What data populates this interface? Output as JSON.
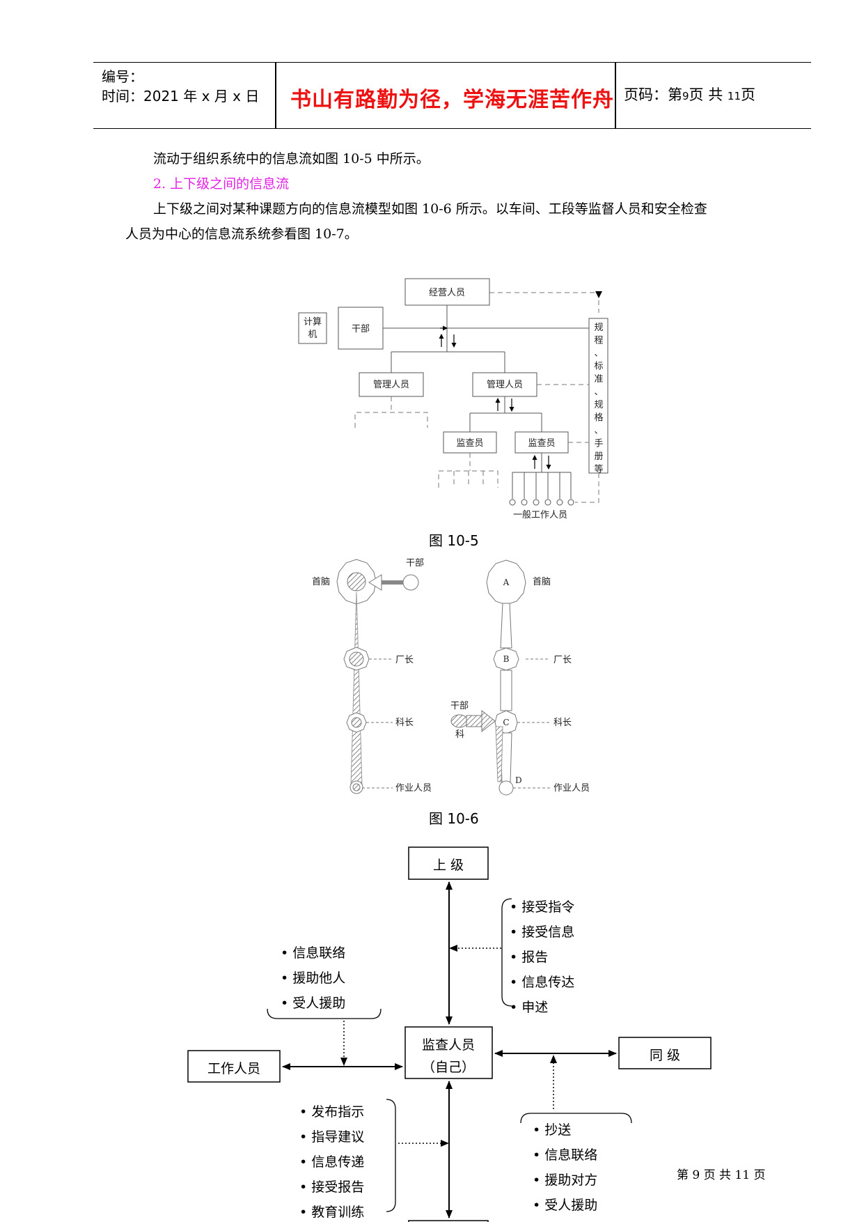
{
  "header": {
    "number_label": "编号：",
    "time_label": "时间：2021 年 x 月 x 日",
    "motto": "书山有路勤为径，学海无涯苦作舟",
    "page_prefix": "页码：第",
    "page_num": "9",
    "page_mid": "页  共",
    "page_total": "11",
    "page_suffix": "页"
  },
  "body": {
    "p1": "流动于组织系统中的信息流如图 10-5 中所示。",
    "heading2": "2. 上下级之间的信息流",
    "p2_line1": "上下级之间对某种课题方向的信息流模型如图 10-6 所示。以车间、工段等监督人员和安全检查",
    "p2_line2": "人员为中心的信息流系统参看图 10-7。"
  },
  "fig1": {
    "caption": "图 10-5",
    "management": "经营人员",
    "computer_1": "计算",
    "computer_2": "机",
    "cadre": "干部",
    "manager_a": "管理人员",
    "manager_b": "管理人员",
    "inspector_a": "监查员",
    "inspector_b": "监查员",
    "rules": [
      "规",
      "程",
      "、",
      "标",
      "准",
      "、",
      "规",
      "格",
      "、",
      "手",
      "册",
      "等"
    ],
    "workers": "一般工作人员"
  },
  "fig2": {
    "caption": "图 10-6",
    "head_left": "首脑",
    "cadre_left": "干部",
    "director_left": "厂长",
    "section_left": "科长",
    "worker_left": "作业人员",
    "node_a": "A",
    "head_right": "首脑",
    "node_b": "B",
    "director_right": "厂长",
    "cadre_sec_1": "干部",
    "cadre_sec_2": "科",
    "node_c": "C",
    "section_right": "科长",
    "node_d": "D",
    "worker_right": "作业人员"
  },
  "fig3": {
    "superior": "上    级",
    "self_1": "监查人员",
    "self_2": "（自己）",
    "workers": "工作人员",
    "peer": "同    级",
    "up_items": [
      "• 接受指令",
      "• 接受信息",
      "• 报告",
      "• 信息传达",
      "• 申述"
    ],
    "left_items": [
      "• 信息联络",
      "• 援助他人",
      "• 受人援助"
    ],
    "down_items": [
      "• 发布指示",
      "• 指导建议",
      "• 信息传递",
      "• 接受报告",
      "• 教育训练"
    ],
    "right_items": [
      "•    抄送",
      "•    信息联络",
      "•    援助对方",
      "•    受人援助"
    ]
  },
  "footer": "第 9 页 共 11 页"
}
